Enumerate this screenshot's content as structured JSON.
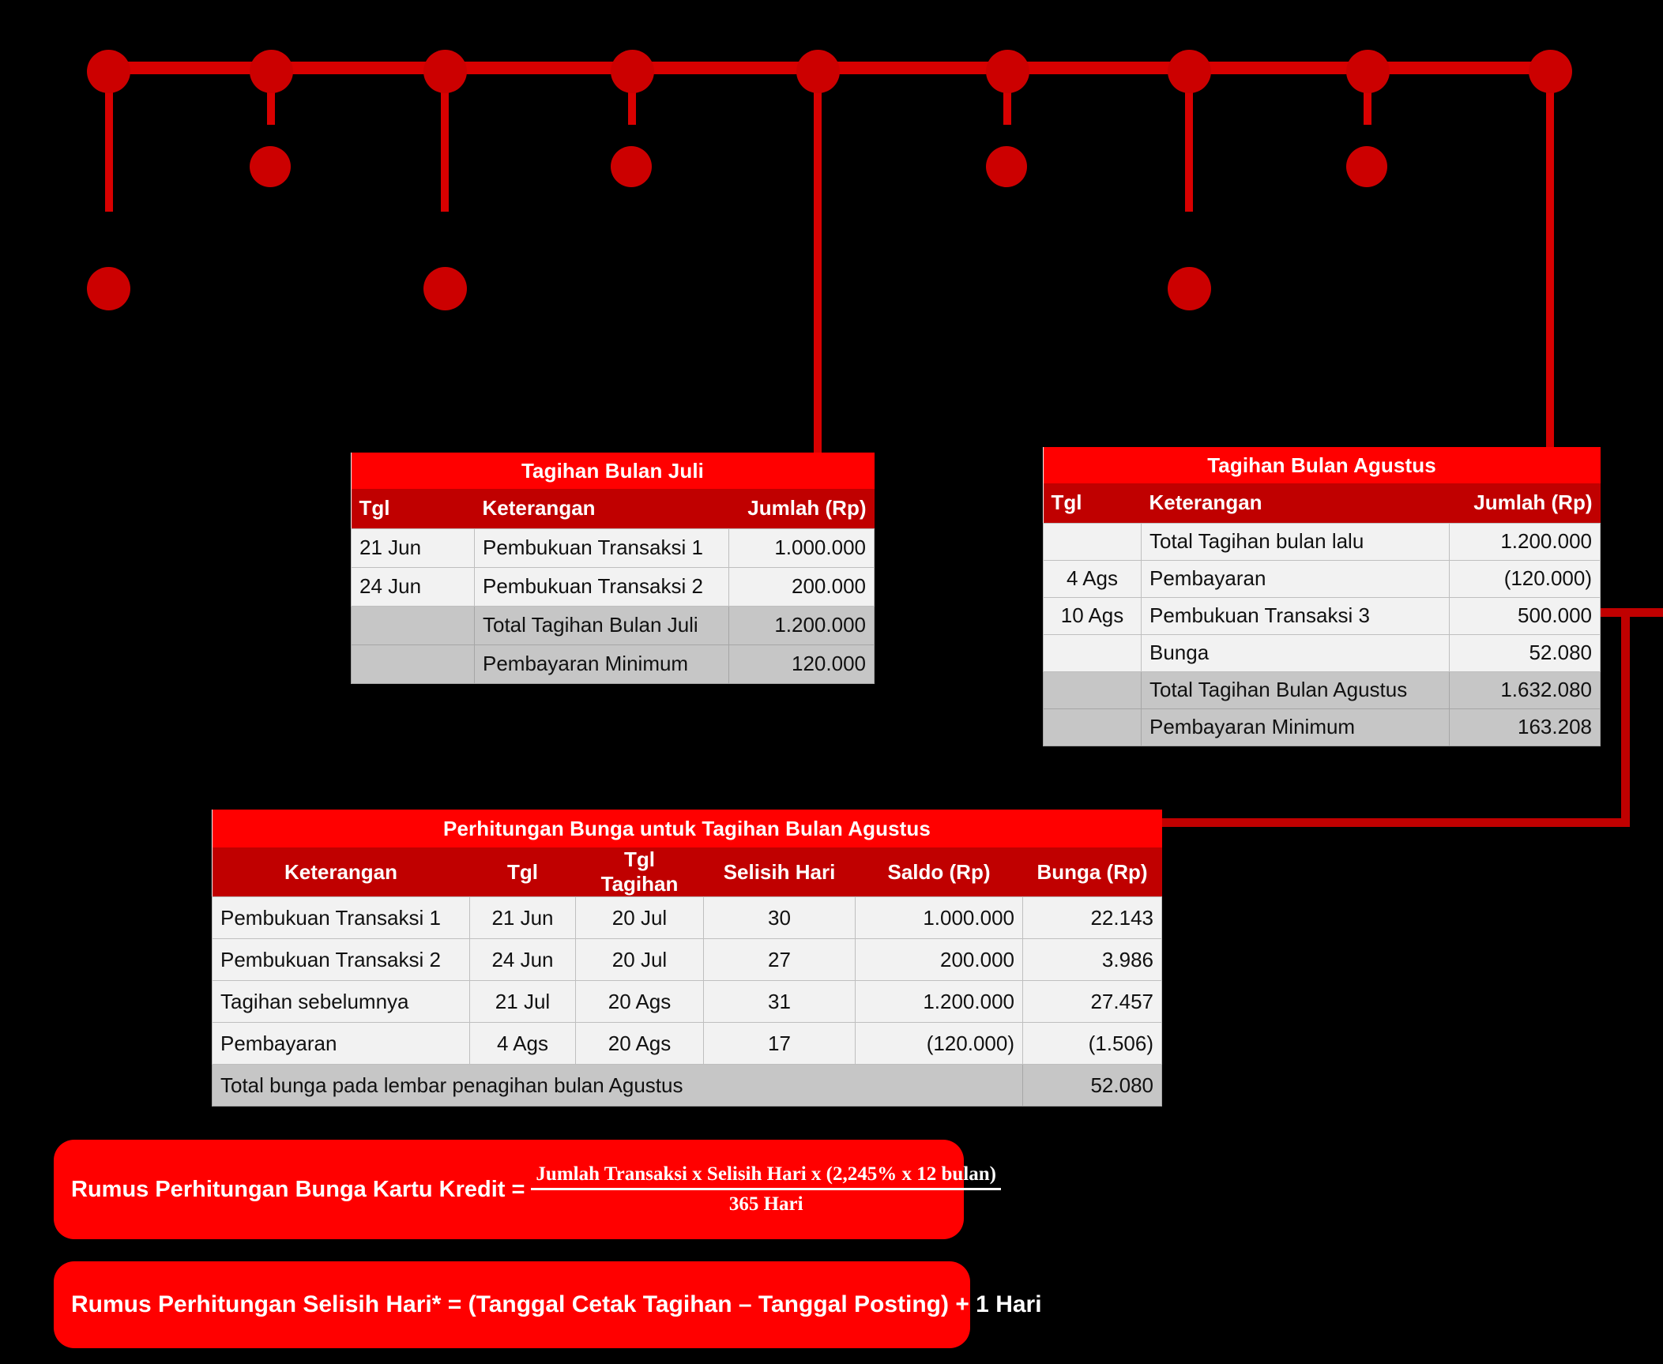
{
  "theme": {
    "background": "#000000",
    "accent_bright_red": "#FF0000",
    "accent_dark_red": "#C00000",
    "node_red": "#CC0000",
    "row_light": "#F2F2F2",
    "row_summary": "#C6C6C6"
  },
  "timeline": {
    "node_count_top": 9,
    "node_count_mid": 4,
    "node_count_bottom": 3
  },
  "tables": {
    "juli": {
      "title": "Tagihan Bulan Juli",
      "columns": [
        "Tgl",
        "Keterangan",
        "Jumlah (Rp)"
      ],
      "rows": [
        {
          "tgl": "21 Jun",
          "keterangan": "Pembukuan Transaksi 1",
          "jumlah": "1.000.000",
          "summary": false
        },
        {
          "tgl": "24 Jun",
          "keterangan": "Pembukuan Transaksi 2",
          "jumlah": "200.000",
          "summary": false
        },
        {
          "tgl": "",
          "keterangan": "Total Tagihan Bulan Juli",
          "jumlah": "1.200.000",
          "summary": true
        },
        {
          "tgl": "",
          "keterangan": "Pembayaran Minimum",
          "jumlah": "120.000",
          "summary": true
        }
      ]
    },
    "agustus": {
      "title": "Tagihan Bulan Agustus",
      "columns": [
        "Tgl",
        "Keterangan",
        "Jumlah (Rp)"
      ],
      "rows": [
        {
          "tgl": "",
          "keterangan": "Total Tagihan bulan lalu",
          "jumlah": "1.200.000",
          "summary": false
        },
        {
          "tgl": "4 Ags",
          "keterangan": "Pembayaran",
          "jumlah": "(120.000)",
          "summary": false
        },
        {
          "tgl": "10 Ags",
          "keterangan": "Pembukuan Transaksi 3",
          "jumlah": "500.000",
          "summary": false
        },
        {
          "tgl": "",
          "keterangan": "Bunga",
          "jumlah": "52.080",
          "summary": false
        },
        {
          "tgl": "",
          "keterangan": "Total Tagihan Bulan Agustus",
          "jumlah": "1.632.080",
          "summary": true
        },
        {
          "tgl": "",
          "keterangan": "Pembayaran Minimum",
          "jumlah": "163.208",
          "summary": true
        }
      ]
    },
    "bunga": {
      "title": "Perhitungan Bunga untuk Tagihan Bulan Agustus",
      "columns": [
        "Keterangan",
        "Tgl",
        "Tgl Tagihan",
        "Selisih Hari",
        "Saldo (Rp)",
        "Bunga (Rp)"
      ],
      "rows": [
        {
          "keterangan": "Pembukuan Transaksi 1",
          "tgl": "21 Jun",
          "tgl_tagihan": "20 Jul",
          "selisih_hari": "30",
          "saldo": "1.000.000",
          "bunga": "22.143"
        },
        {
          "keterangan": "Pembukuan Transaksi 2",
          "tgl": "24 Jun",
          "tgl_tagihan": "20 Jul",
          "selisih_hari": "27",
          "saldo": "200.000",
          "bunga": "3.986"
        },
        {
          "keterangan": "Tagihan sebelumnya",
          "tgl": "21 Jul",
          "tgl_tagihan": "20 Ags",
          "selisih_hari": "31",
          "saldo": "1.200.000",
          "bunga": "27.457"
        },
        {
          "keterangan": "Pembayaran",
          "tgl": "4 Ags",
          "tgl_tagihan": "20 Ags",
          "selisih_hari": "17",
          "saldo": "(120.000)",
          "bunga": "(1.506)"
        }
      ],
      "total_label": "Total bunga pada lembar penagihan bulan Agustus",
      "total_value": "52.080"
    }
  },
  "formulas": {
    "bunga": {
      "lead": "Rumus Perhitungan Bunga Kartu Kredit =",
      "numerator": "Jumlah Transaksi x Selisih Hari x (2,245% x 12 bulan)",
      "denominator": "365 Hari"
    },
    "selisih_hari": {
      "text": "Rumus Perhitungan Selisih Hari* = (Tanggal Cetak Tagihan – Tanggal Posting) + 1 Hari"
    }
  }
}
